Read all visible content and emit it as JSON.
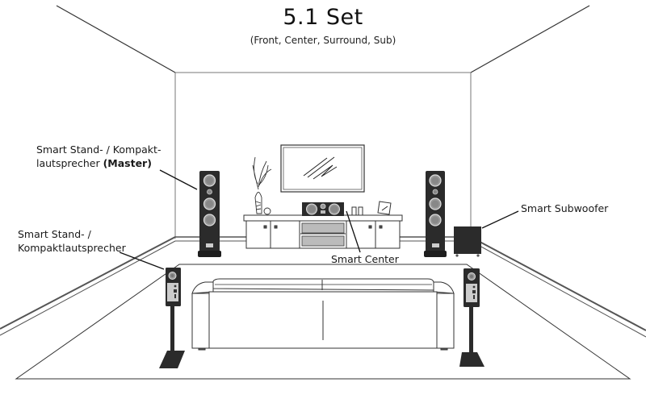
{
  "header": {
    "title": "5.1 Set",
    "subtitle": "(Front, Center, Surround, Sub)"
  },
  "labels": {
    "front_master_line1": "Smart Stand- / Kompakt-",
    "front_master_line2_prefix": "lautsprecher ",
    "front_master_line2_bold": "(Master)",
    "surround_line1": "Smart Stand- /",
    "surround_line2": "Kompaktlautsprecher",
    "center": "Smart Center",
    "subwoofer": "Smart Subwoofer"
  },
  "colors": {
    "speaker_body": "#2b2b2b",
    "driver_ring": "#9a9a9a",
    "line": "#222222",
    "background": "#ffffff"
  },
  "components": [
    {
      "id": "front-left",
      "type": "tower-speaker",
      "role": "master"
    },
    {
      "id": "front-right",
      "type": "tower-speaker"
    },
    {
      "id": "center",
      "type": "center-speaker"
    },
    {
      "id": "subwoofer",
      "type": "subwoofer"
    },
    {
      "id": "surround-left",
      "type": "compact-speaker-on-stand"
    },
    {
      "id": "surround-right",
      "type": "compact-speaker-on-stand"
    }
  ]
}
